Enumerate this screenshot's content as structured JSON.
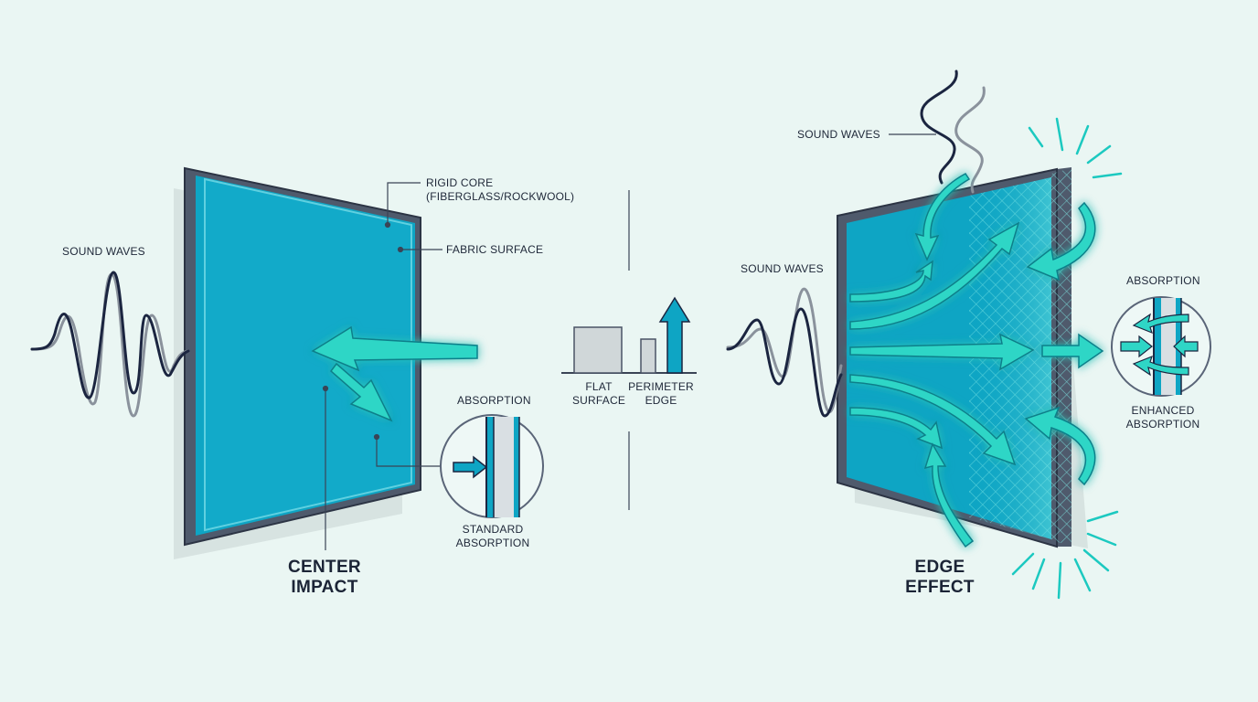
{
  "left": {
    "sound_waves_label": "SOUND WAVES",
    "rigid_core_label": "RIGID CORE\n(FIBERGLASS/ROCKWOOL)",
    "fabric_surface_label": "FABRIC SURFACE",
    "absorption_label": "ABSORPTION",
    "standard_absorption_label": "STANDARD\nABSORPTION",
    "title": "CENTER\nIMPACT"
  },
  "middle": {
    "flat_surface_label": "FLAT\nSURFACE",
    "perimeter_edge_label": "PERIMETER\nEDGE"
  },
  "right": {
    "sound_waves_top_label": "SOUND WAVES",
    "sound_waves_side_label": "SOUND WAVES",
    "absorption_label": "ABSORPTION",
    "enhanced_absorption_label": "ENHANCED\nABSORPTION",
    "title": "EDGE\nEFFECT"
  },
  "colors": {
    "background": "#eaf6f3",
    "panel_fill": "#0ea5c4",
    "panel_frame": "#5a6578",
    "arrow_teal": "#2fd6c6",
    "wave_dark": "#1b2540",
    "wave_grey": "#8a929c",
    "burst": "#1cc9c0"
  }
}
